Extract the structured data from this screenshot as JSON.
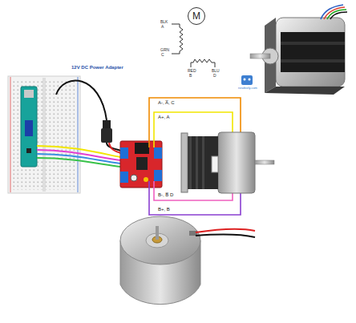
{
  "diagram": {
    "nodes": [
      {
        "text": [
          "M"
        ]
      }
    ],
    "labels": [
      "BLK",
      "A",
      "GRN",
      "C",
      "RED",
      "B",
      "BLU",
      "D",
      "12V DC Power Adapter",
      "A-, A̅, C",
      "A+, A",
      "B-, B̅ D",
      "B+, B",
      "newbiely.com"
    ]
  }
}
